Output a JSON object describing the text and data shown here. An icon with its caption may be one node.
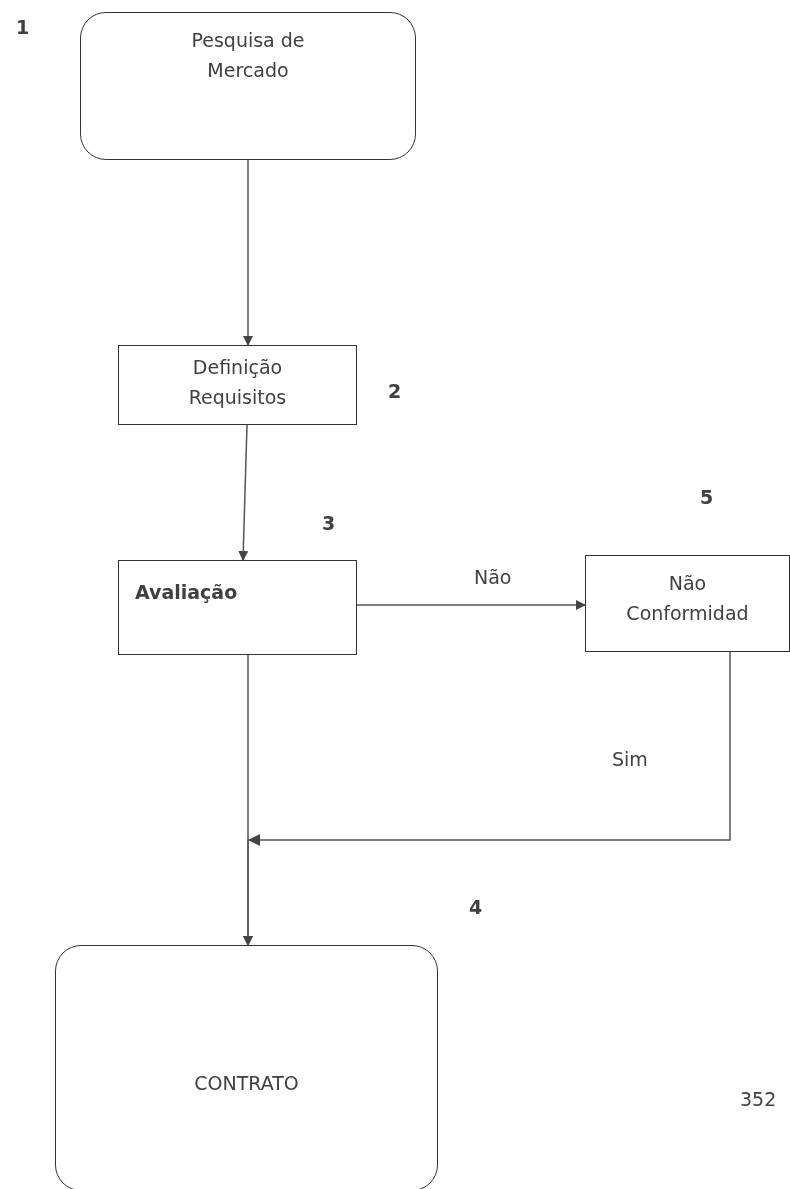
{
  "diagram": {
    "nodes": [
      {
        "text": [
          "Pesquisa de Mercado"
        ],
        "beside": [
          "1"
        ]
      },
      {
        "text": [
          "Definição Requisitos"
        ],
        "beside": [
          "2"
        ]
      },
      {
        "text": [
          "Avaliação"
        ],
        "beside": [
          "3"
        ]
      },
      {
        "text": [
          "Não Conformidad"
        ],
        "beside": [
          "5"
        ]
      },
      {
        "text": [
          "CONTRATO"
        ],
        "beside": [
          "4"
        ]
      }
    ],
    "edges": [
      {
        "from": 0,
        "to": 1,
        "arrow": "to"
      },
      {
        "from": 1,
        "to": 2,
        "arrow": "to"
      },
      {
        "from": 2,
        "to": 3,
        "arrow": "to",
        "label": "Não"
      },
      {
        "from": 3,
        "to": 4,
        "arrow": "to",
        "label": "Sim"
      },
      {
        "from": 2,
        "to": 4,
        "arrow": "to"
      }
    ],
    "labels": [
      "352"
    ]
  }
}
